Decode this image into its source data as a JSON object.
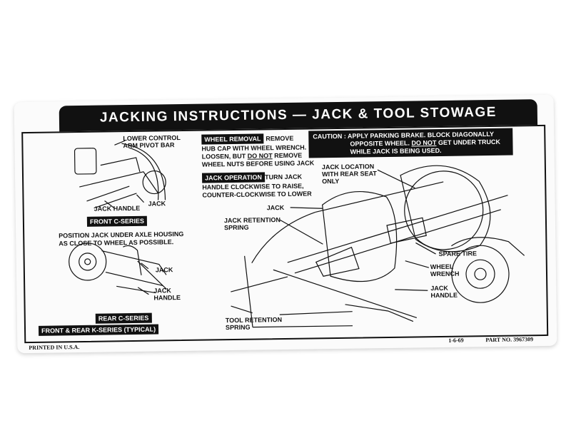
{
  "title": "JACKING INSTRUCTIONS — JACK & TOOL STOWAGE",
  "front_diagram": {
    "lower_control_label": "LOWER CONTROL",
    "arm_pivot_label": "ARM PIVOT BAR",
    "jack_handle_label": "JACK HANDLE",
    "jack_label": "JACK",
    "caption": "FRONT C-SERIES"
  },
  "position_text": {
    "line1": "POSITION JACK UNDER AXLE HOUSING",
    "line2": "AS CLOSE TO WHEEL AS POSSIBLE."
  },
  "rear_diagram": {
    "jack_label": "JACK",
    "jack_handle_label_1": "JACK",
    "jack_handle_label_2": "HANDLE",
    "caption1": "REAR C-SERIES",
    "caption2": "FRONT & REAR K-SERIES (TYPICAL)"
  },
  "wheel_removal": {
    "heading": "WHEEL REMOVAL",
    "line1_rest": "REMOVE",
    "line2": "HUB CAP WITH WHEEL WRENCH.",
    "line3_a": "LOOSEN, BUT ",
    "line3_u": "DO NOT",
    "line3_b": " REMOVE",
    "line4": "WHEEL NUTS BEFORE USING JACK"
  },
  "jack_operation": {
    "heading": "JACK OPERATION",
    "line1_rest": "TURN JACK",
    "line2": "HANDLE CLOCKWISE TO RAISE,",
    "line3": "COUNTER-CLOCKWISE TO LOWER"
  },
  "caution": {
    "line1": "CAUTION :  APPLY PARKING BRAKE. BLOCK DIAGONALLY",
    "line2_a": "OPPOSITE WHEEL. ",
    "line2_u": "DO NOT",
    "line2_b": " GET UNDER TRUCK",
    "line3": "WHILE JACK IS BEING USED."
  },
  "stowage_labels": {
    "jack_location_1": "JACK LOCATION",
    "jack_location_2": "WITH REAR SEAT",
    "jack_location_3": "ONLY",
    "jack": "JACK",
    "jack_retention_1": "JACK RETENTION",
    "jack_retention_2": "SPRING",
    "spare_tire": "SPARE TIRE",
    "wheel_wrench_1": "WHEEL",
    "wheel_wrench_2": "WRENCH",
    "jack_handle_1": "JACK",
    "jack_handle_2": "HANDLE",
    "tool_retention_1": "TOOL RETENTION",
    "tool_retention_2": "SPRING"
  },
  "footer": {
    "printed": "PRINTED IN U.S.A.",
    "date": "1-6-69",
    "part": "PART NO. 3967309"
  }
}
